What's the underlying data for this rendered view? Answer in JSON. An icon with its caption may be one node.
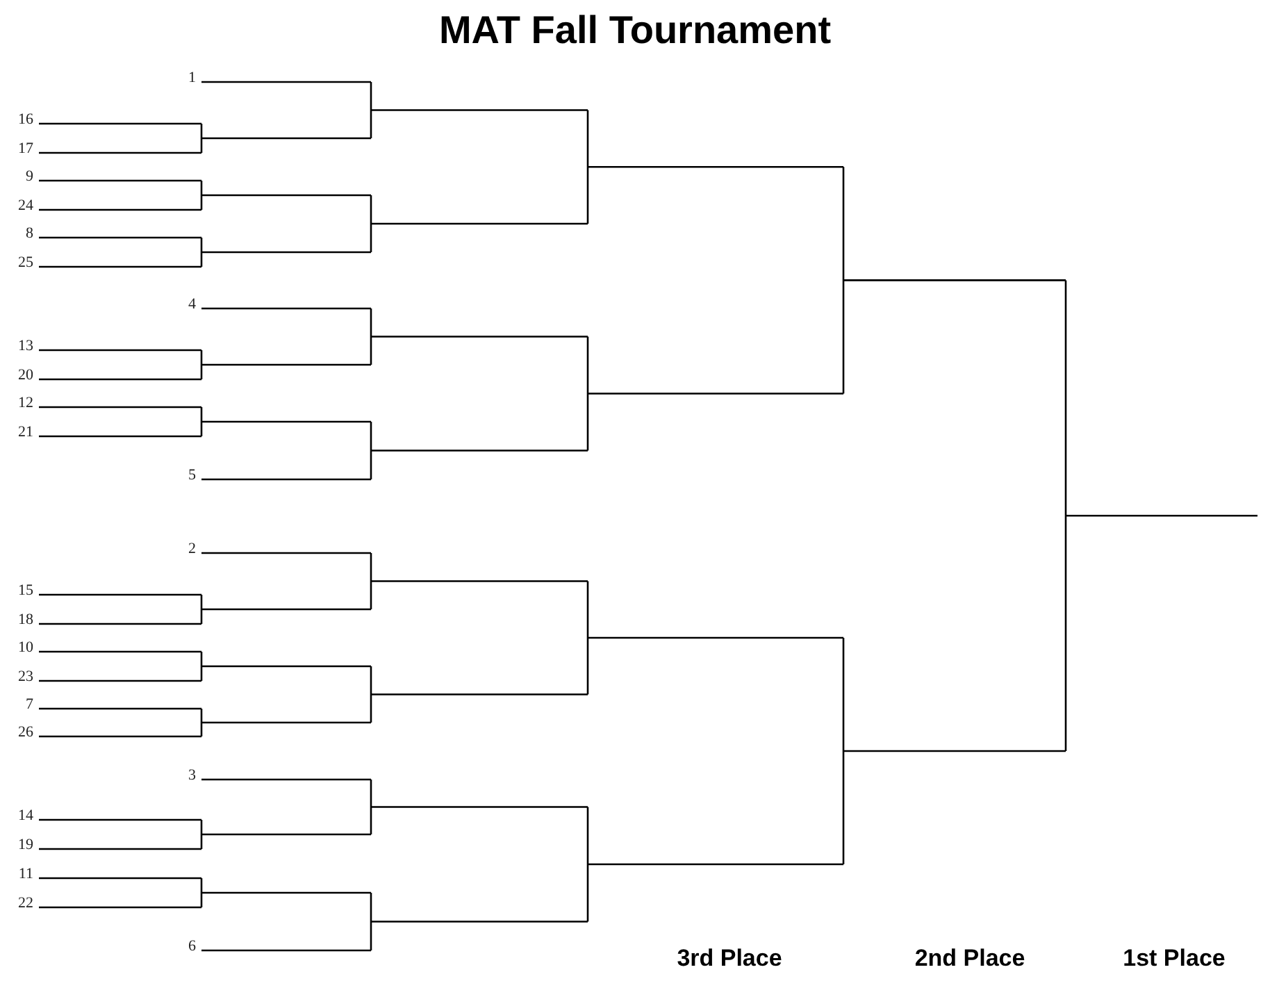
{
  "diagram": {
    "title": "MAT Fall Tournament",
    "labels": [
      "1",
      "16",
      "17",
      "9",
      "24",
      "8",
      "25",
      "4",
      "13",
      "20",
      "12",
      "21",
      "5",
      "2",
      "15",
      "18",
      "10",
      "23",
      "7",
      "26",
      "3",
      "14",
      "19",
      "11",
      "22",
      "6",
      "3rd Place",
      "2nd Place",
      "1st Place"
    ]
  }
}
